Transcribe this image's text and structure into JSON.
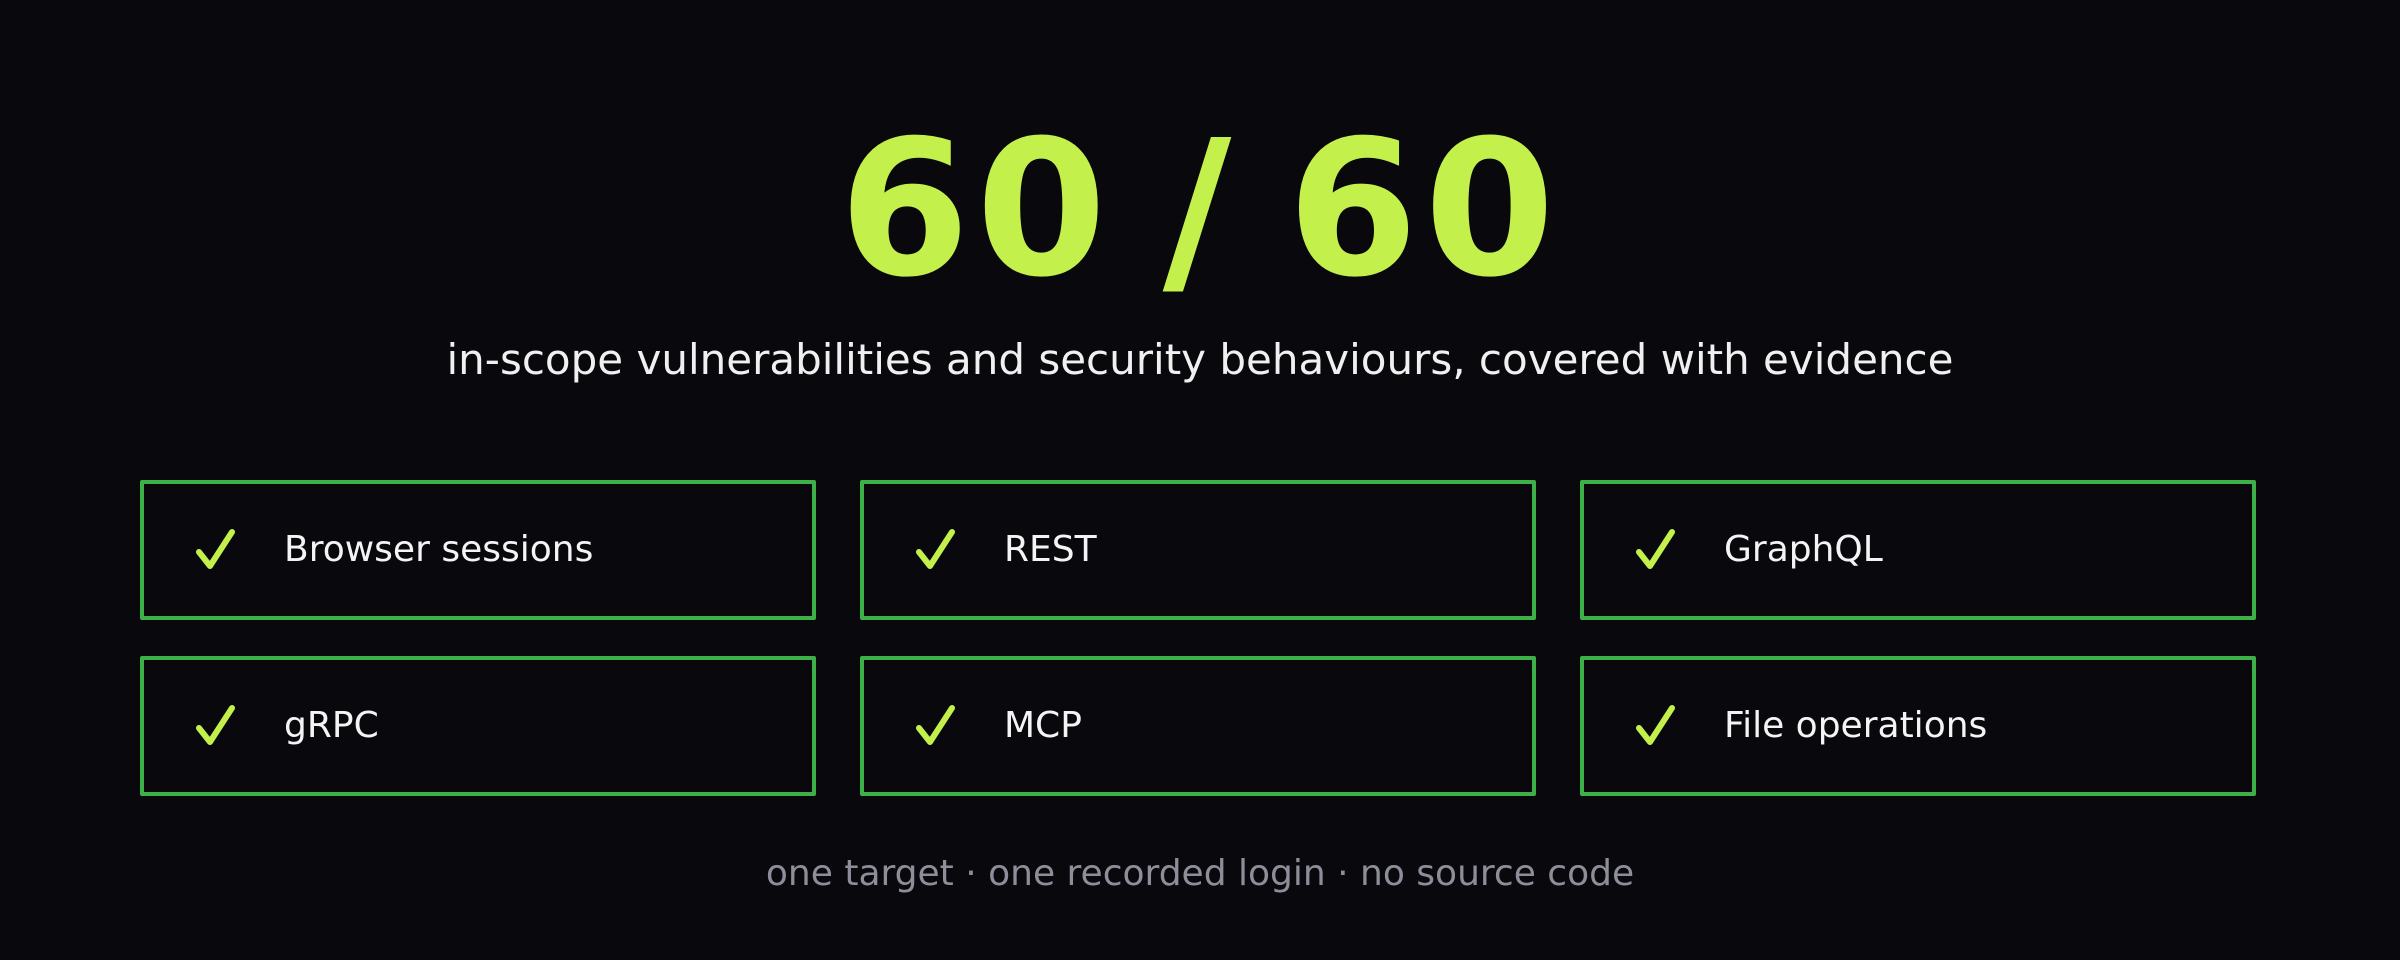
{
  "headline": {
    "covered": "60",
    "separator": "/",
    "total": "60"
  },
  "subtitle": "in-scope vulnerabilities and security behaviours, covered with evidence",
  "cards": [
    {
      "icon": "check-icon",
      "label": "Browser sessions"
    },
    {
      "icon": "check-icon",
      "label": "REST"
    },
    {
      "icon": "check-icon",
      "label": "GraphQL"
    },
    {
      "icon": "check-icon",
      "label": "gRPC"
    },
    {
      "icon": "check-icon",
      "label": "MCP"
    },
    {
      "icon": "check-icon",
      "label": "File operations"
    }
  ],
  "footer": "one target · one recorded login · no source code",
  "colors": {
    "background": "#08080d",
    "accent": "#c4f04c",
    "card_border": "#3db048",
    "text": "#f2f2f2",
    "muted": "#8e8e9a"
  }
}
